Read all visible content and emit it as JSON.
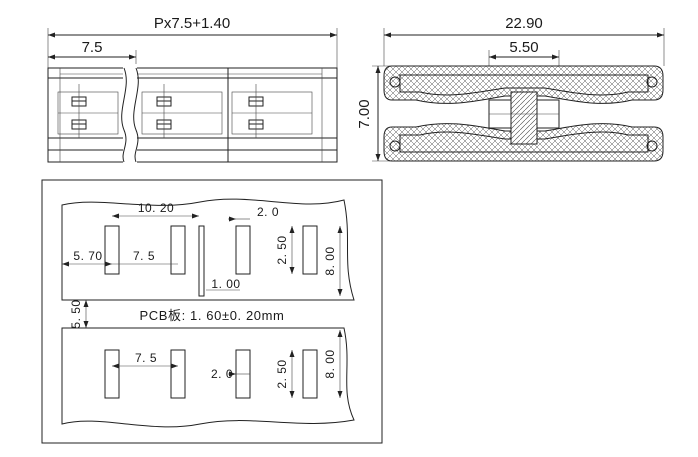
{
  "front_view": {
    "overall_dim": "Px7.5+1.40",
    "pitch_dim": "7.5"
  },
  "side_view": {
    "width_dim": "22.90",
    "inner_dim": "5.50",
    "height_dim": "7.00"
  },
  "pcb_layout": {
    "top": {
      "span_dim": "10. 20",
      "slot_width_dim": "2. 0",
      "edge_dim": "5. 70",
      "pitch_dim": "7. 5",
      "row_dim": "2. 50",
      "slot_len_dim": "8. 00",
      "gap_dim": "1. 00"
    },
    "board_offset_dim": "5. 50",
    "note": "PCB板: 1. 60±0. 20mm",
    "bottom": {
      "pitch_dim": "7. 5",
      "slot_width_dim": "2. 0",
      "row_dim": "2. 50",
      "slot_len_dim": "8. 00"
    }
  }
}
